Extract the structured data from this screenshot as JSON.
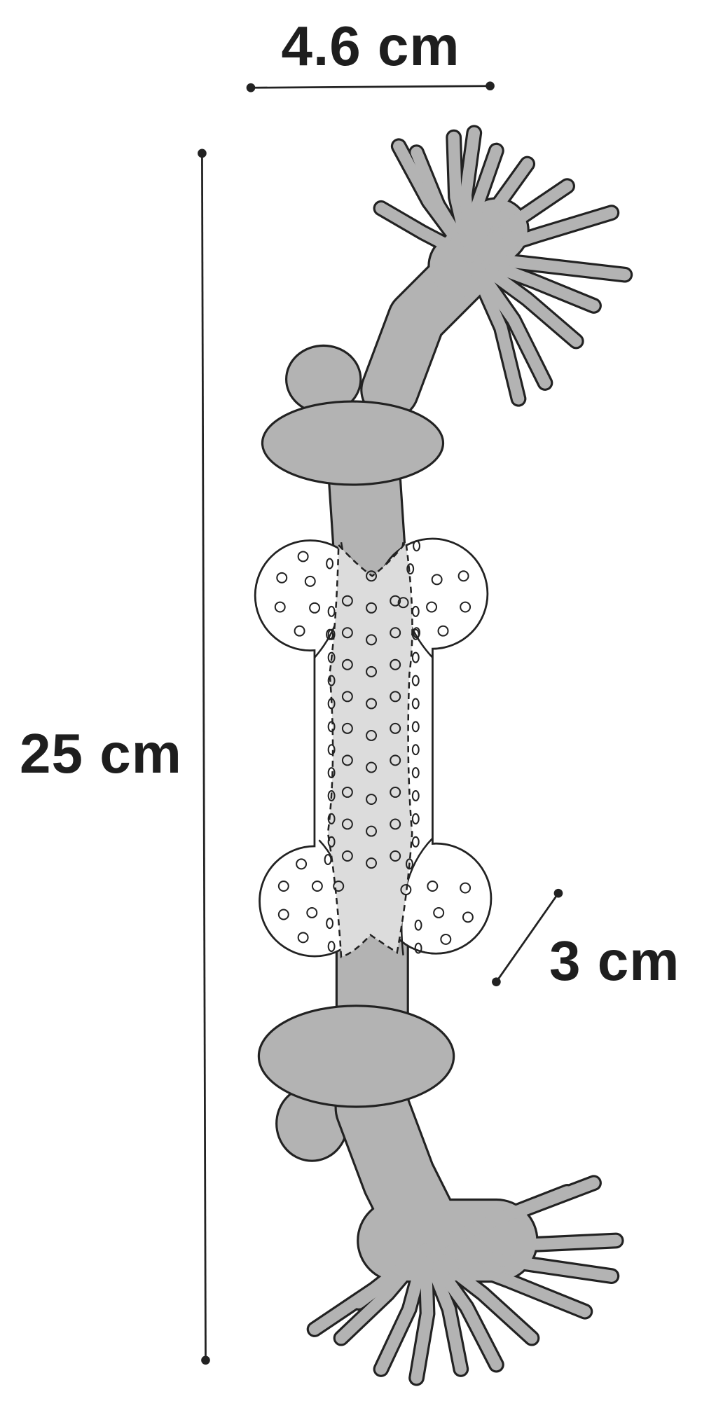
{
  "dimensions": {
    "width": "4.6 cm",
    "length": "25 cm",
    "diameter": "3 cm"
  },
  "colors": {
    "rope": "#b3b3b3",
    "outline": "#222222",
    "bone": "#ffffff",
    "bone_strip": "#dcdcdc",
    "text": "#1e1e1e"
  }
}
